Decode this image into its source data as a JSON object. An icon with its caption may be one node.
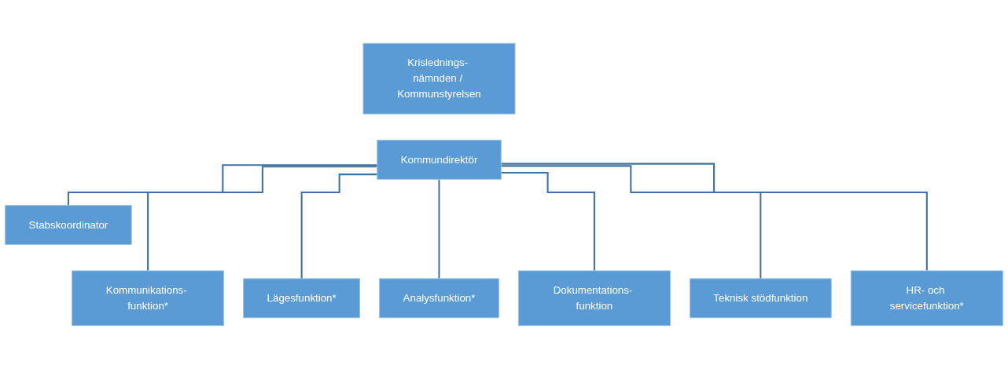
{
  "diagram": {
    "nodes": [
      {
        "text": [
          "Krislednings- nämnden / Kommunstyrelsen"
        ]
      },
      {
        "text": [
          "Kommundirektör"
        ]
      },
      {
        "text": [
          "Stabskoordinator"
        ]
      },
      {
        "text": [
          "Kommunikations- funktion*"
        ]
      },
      {
        "text": [
          "Lägesfunktion*"
        ]
      },
      {
        "text": [
          "Analysfunktion*"
        ]
      },
      {
        "text": [
          "Dokumentations- funktion"
        ]
      },
      {
        "text": [
          "Teknisk stödfunktion"
        ]
      },
      {
        "text": [
          "HR- och servicefunktion*"
        ]
      }
    ],
    "edges": [
      {
        "from": 1,
        "to": 2,
        "arrow": "none"
      },
      {
        "from": 1,
        "to": 3,
        "arrow": "none"
      },
      {
        "from": 1,
        "to": 4,
        "arrow": "none"
      },
      {
        "from": 1,
        "to": 5,
        "arrow": "none"
      },
      {
        "from": 1,
        "to": 6,
        "arrow": "none"
      },
      {
        "from": 1,
        "to": 7,
        "arrow": "none"
      },
      {
        "from": 1,
        "to": 8,
        "arrow": "none"
      }
    ]
  }
}
